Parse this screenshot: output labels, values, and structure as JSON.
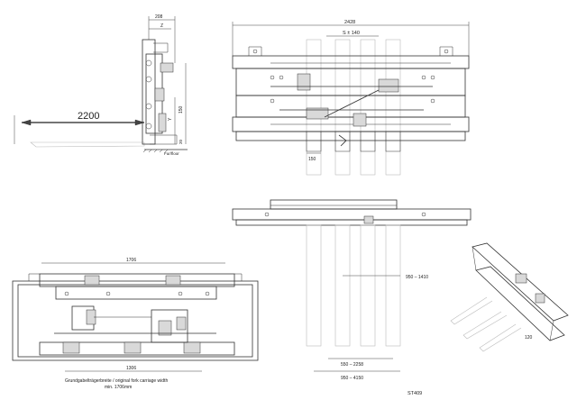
{
  "side_view": {
    "dim_top_width": "208",
    "dim_top_inner": "Z",
    "dim_fork_length": "2200",
    "dim_height": "150",
    "dim_y": "Y",
    "dim_bottom": "20",
    "floor_label": "Fur/floor"
  },
  "top_view": {
    "dim_overall_width": "2428",
    "dim_sideshift": "S ± 140",
    "dim_fork_width": "150"
  },
  "rear_view": {
    "dim_width": "1706",
    "dim_inner": "1306",
    "dim_range_a": "950 – 1410",
    "dim_range_b": "550 – 2258",
    "dim_range_c": "950 – 4150",
    "carriage_note_line1": "Grundgabelträgerbreite / original fork carriage width",
    "carriage_note_line2": "min. 1706mm"
  },
  "iso_view": {
    "dim_label": "120"
  },
  "drawing_number": "ST409"
}
